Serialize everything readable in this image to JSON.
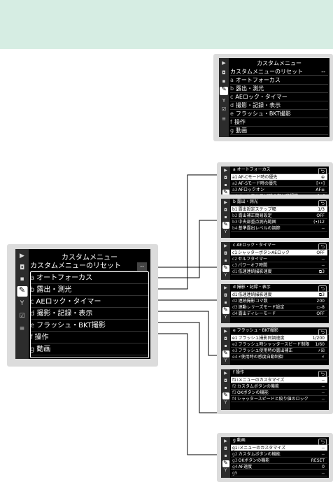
{
  "colors": {
    "banner": "#d6ede3",
    "accent_box": "#ffffff"
  },
  "top_menu": {
    "title": "カスタムメニュー",
    "reset_label": "カスタムメニューのリセット",
    "reset_value": "--",
    "items": [
      {
        "letter": "a",
        "label": "オートフォーカス"
      },
      {
        "letter": "b",
        "label": "露出・測光"
      },
      {
        "letter": "c",
        "label": "AEロック・タイマー"
      },
      {
        "letter": "d",
        "label": "撮影・記録・表示"
      },
      {
        "letter": "e",
        "label": "フラッシュ・BKT撮影"
      },
      {
        "letter": "f",
        "label": "操作"
      },
      {
        "letter": "g",
        "label": "動画"
      }
    ]
  },
  "main_menu": {
    "title": "カスタムメニュー",
    "reset_label": "カスタムメニューのリセット",
    "reset_value": "--",
    "items": [
      {
        "letter": "a",
        "label": "オートフォーカス"
      },
      {
        "letter": "b",
        "label": "露出・測光"
      },
      {
        "letter": "c",
        "label": "AEロック・タイマー"
      },
      {
        "letter": "d",
        "label": "撮影・記録・表示"
      },
      {
        "letter": "e",
        "label": "フラッシュ・BKT撮影"
      },
      {
        "letter": "f",
        "label": "操作"
      },
      {
        "letter": "g",
        "label": "動画"
      }
    ]
  },
  "submenus": [
    {
      "title": "a オートフォーカス",
      "back": "⮌",
      "rows": [
        {
          "code": "a1",
          "label": "AF-Cモード時の優先",
          "value": "⊕"
        },
        {
          "code": "a2",
          "label": "AF-Sモード時の優先",
          "value": "[••]"
        },
        {
          "code": "a3",
          "label": "AFロックオン",
          "value": "AF≡"
        },
        {
          "code": "a4",
          "label": "オートエリアAF時の顔と瞳認識",
          "value": "[◉]"
        }
      ]
    },
    {
      "title": "b 露出・測光",
      "back": "⮌",
      "rows": [
        {
          "code": "b1",
          "label": "露出設定ステップ幅",
          "value": "1/3"
        },
        {
          "code": "b2",
          "label": "露出補正簡易設定",
          "value": "OFF"
        },
        {
          "code": "b3",
          "label": "中央部重点測光範囲",
          "value": "(•)12"
        },
        {
          "code": "b4",
          "label": "基準露出レベルの調節",
          "value": "--"
        }
      ]
    },
    {
      "title": "c AEロック・タイマー",
      "back": "⮌",
      "rows": [
        {
          "code": "c1",
          "label": "シャッターボタンAEロック",
          "value": "OFF"
        },
        {
          "code": "c2",
          "label": "セルフタイマー",
          "value": "--"
        },
        {
          "code": "c3",
          "label": "パワーオフ時間",
          "value": "--"
        },
        {
          "code": "d1",
          "label": "低速連続撮影速度",
          "value": "⧉3"
        }
      ]
    },
    {
      "title": "d 撮影・記録・表示",
      "back": "⮌",
      "rows": [
        {
          "code": "d1",
          "label": "低速連続撮影速度",
          "value": "⧉3"
        },
        {
          "code": "d2",
          "label": "連続撮影コマ数",
          "value": "200"
        },
        {
          "code": "d3",
          "label": "連動レリーズモード設定",
          "value": "▭-8"
        },
        {
          "code": "d4",
          "label": "露出ディレーモード",
          "value": "OFF"
        }
      ]
    },
    {
      "title": "e フラッシュ・BKT撮影",
      "back": "⮌",
      "rows": [
        {
          "code": "e1",
          "label": "フラッシュ撮影同調速度",
          "value": "1/200"
        },
        {
          "code": "e2",
          "label": "フラッシュ時シャッタースピード制限",
          "value": "1/60"
        },
        {
          "code": "e3",
          "label": "フラッシュ使用時の露出補正",
          "value": "⚡☒"
        },
        {
          "code": "e4",
          "label": "⚡使用時の感度自動制御",
          "value": "⚡"
        }
      ]
    },
    {
      "title": "f 操作",
      "back": "⮌",
      "rows": [
        {
          "code": "f1",
          "label": "iメニューのカスタマイズ",
          "value": "--"
        },
        {
          "code": "f2",
          "label": "カスタムボタンの機能",
          "value": "--"
        },
        {
          "code": "f3",
          "label": "OKボタンの機能",
          "value": "--"
        },
        {
          "code": "f4",
          "label": "シャッタースピードと絞り値のロック",
          "value": "--"
        }
      ]
    },
    {
      "title": "g 動画",
      "back": "⮌",
      "rows": [
        {
          "code": "g1",
          "label": "iメニューのカスタマイズ",
          "value": "--"
        },
        {
          "code": "g2",
          "label": "カスタムボタンの機能",
          "value": "--"
        },
        {
          "code": "g3",
          "label": "OKボタンの機能",
          "value": "RESET"
        },
        {
          "code": "g4",
          "label": "AF速度",
          "value": "0"
        },
        {
          "code": "g5",
          "label": "",
          "value": "--"
        }
      ]
    }
  ],
  "side_icons": [
    "playback-icon",
    "camera-icon",
    "movie-icon",
    "pencil-icon",
    "wrench-icon",
    "retouch-icon",
    "mymenu-icon"
  ],
  "side_glyphs": [
    "▶",
    "◘",
    "▪",
    "✎",
    "Y",
    "☑",
    "≡"
  ]
}
